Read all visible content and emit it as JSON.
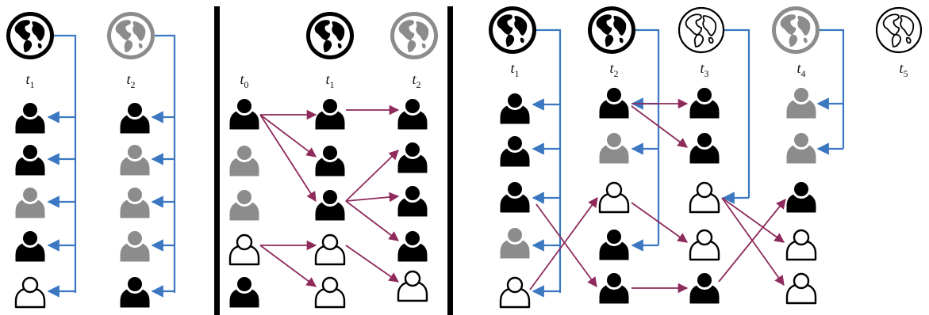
{
  "colors": {
    "black": "#000000",
    "gray": "#8c8c8c",
    "blue": "#3b78c1",
    "purple": "#8e2a5c",
    "white": "#ffffff"
  },
  "icons": [
    "globe-icon",
    "person-icon"
  ],
  "panels": [
    {
      "name": "panel-1",
      "labels": [
        {
          "id": "p1-t1",
          "base": "t",
          "sub": "1"
        },
        {
          "id": "p1-t2",
          "base": "t",
          "sub": "2"
        }
      ]
    },
    {
      "name": "panel-2",
      "labels": [
        {
          "id": "p2-t0",
          "base": "t",
          "sub": "0"
        },
        {
          "id": "p2-t1",
          "base": "t",
          "sub": "1"
        },
        {
          "id": "p2-t2",
          "base": "t",
          "sub": "2"
        }
      ]
    },
    {
      "name": "panel-3",
      "labels": [
        {
          "id": "p3-t1",
          "base": "t",
          "sub": "1"
        },
        {
          "id": "p3-t2",
          "base": "t",
          "sub": "2"
        },
        {
          "id": "p3-t3",
          "base": "t",
          "sub": "3"
        },
        {
          "id": "p3-t4",
          "base": "t",
          "sub": "4"
        },
        {
          "id": "p3-t5",
          "base": "t",
          "sub": "5"
        }
      ]
    }
  ]
}
